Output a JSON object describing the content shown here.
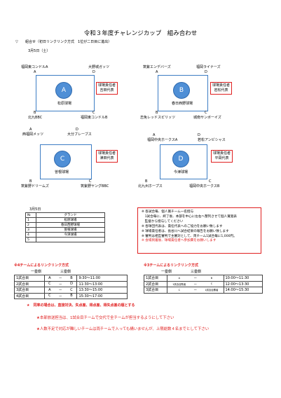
{
  "title": "令和３年度チャレンジカップ　組み合わせ",
  "format_line": "組合せ（初日リンクリンク方式　1位が二日目に進出）",
  "format_mark": "▽",
  "date": "3月5日（土）",
  "groups": [
    {
      "letter": "A",
      "top_left_team": "福岡東コンドルA",
      "top_left_letter": "A",
      "top_right_team": "大野城ガッツ",
      "top_right_letter": "D",
      "bottom_left_letter": "B",
      "bottom_left_team": "北九BBC",
      "bottom_right_letter": "C",
      "bottom_right_team": "福岡東コンドルB",
      "venue": "松原球場",
      "resp_line1": "球場責任者",
      "resp_line2": "吉田代表"
    },
    {
      "letter": "B",
      "top_left_team": "筑紫エンデバーズ",
      "top_left_letter": "A",
      "top_right_team": "福岡ライナーズ",
      "top_right_letter": "D",
      "bottom_left_letter": "B",
      "bottom_left_team": "志免レッドスピリッツ",
      "bottom_right_letter": "C",
      "bottom_right_team": "城南サンボーイズ",
      "venue": "春日西野球場",
      "resp_line1": "球場責任者",
      "resp_line2": "岩松代表"
    },
    {
      "letter": "C",
      "top_left_team": "西福岡メッツ",
      "top_left_letter": "A",
      "top_right_team": "大分ブレーブス",
      "top_right_letter": "D",
      "bottom_left_letter": "B",
      "bottom_left_team": "筑紫野ドリームズ",
      "bottom_right_letter": "C",
      "bottom_right_team": "筑紫野ヤングBBC",
      "venue": "曽根球場",
      "resp_line1": "球場責任者",
      "resp_line2": "津田代表"
    },
    {
      "letter": "D",
      "top_left_team": "福岡中央ホークスA",
      "top_left_letter": "A",
      "top_right_team": "若松アンビシャス",
      "top_right_letter": "D",
      "bottom_left_letter": "B",
      "bottom_left_team": "北九州ホープス",
      "bottom_right_letter": "C",
      "bottom_right_team": "福岡中央ホークスB",
      "venue": "今津球場",
      "resp_line1": "球場責任者",
      "resp_line2": "平岡代表"
    }
  ],
  "ground_table": {
    "caption": "3月5日",
    "headers": [
      "№",
      "グランド"
    ],
    "rows": [
      [
        "1",
        "松原球場"
      ],
      [
        "2",
        "春日西野球場"
      ],
      [
        "3",
        "曽根球場"
      ],
      [
        "4",
        "今津球場"
      ],
      [
        "5",
        ""
      ]
    ]
  },
  "notes": [
    "※ 各試合毎、個人賞チーム一名授与",
    "　1試合毎に、終了後、本部を中心に左右へ整列させて個人賞発表",
    "　監督から授与してください",
    "※ 各球団代表は、責任代表へのご協力をお願い致します",
    "※ 球場責任者は、長谷川へ試合結果の報告をお願い致します",
    "※ 審判は相互審判で主審対として、両チーム1試合毎に1,000円。",
    "※ 会場到着後、球場責任者へ参加費をお願いします"
  ],
  "round4": {
    "title": "※4チームによるリンクリンク方式",
    "col_first": "一塁側",
    "col_third": "三塁側",
    "rows": [
      {
        "game": "1試合目",
        "first": "A",
        "dash": "－",
        "third": "B",
        "time": "9:30～11:00"
      },
      {
        "game": "2試合目",
        "first": "C",
        "dash": "－",
        "third": "D",
        "time": "11:30～13:00"
      },
      {
        "game": "3試合目",
        "first": "A",
        "dash": "－",
        "third": "C",
        "time": "13:30～15:00"
      },
      {
        "game": "4試合目",
        "first": "C",
        "dash": "－",
        "third": "B",
        "time": "15:30～17:00"
      }
    ]
  },
  "round3": {
    "title": "※3チームによるリンクリンク方式",
    "col_first": "一塁側",
    "col_third": "三塁側",
    "rows": [
      {
        "game": "1試合目",
        "first": "A",
        "dash": "－",
        "third": "B",
        "time": "10:00～11:30"
      },
      {
        "game": "2試合目",
        "first": "1試合目敗者",
        "dash": "－",
        "third": "C",
        "time": "12:00～13:30"
      },
      {
        "game": "3試合目",
        "first": "C",
        "dash": "－",
        "third": "1試合目勝者",
        "time": "14:00～15:30"
      }
    ]
  },
  "footnote1": "★　同率の場合は、直接対決、失点差、得点差、得失点差の順とする",
  "footnote2": "★本部放送担当は、1試合目チームで交代で全チームが担当するようにして下さい",
  "footnote3": "★人数不足で対応が難しいチームは両チームで入っても構いませんが、上限総数４名までとして下さい",
  "colors": {
    "box": "#3d7dc4",
    "circle": "#4f8fd6",
    "red": "#e02020"
  }
}
